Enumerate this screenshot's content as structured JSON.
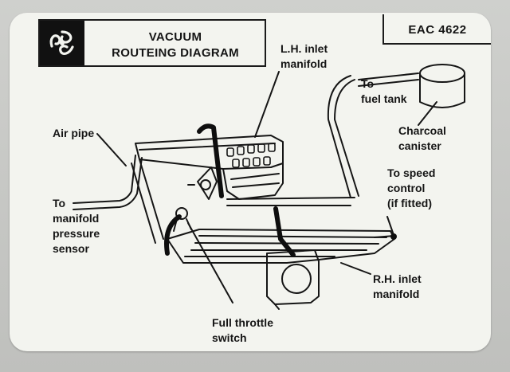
{
  "header": {
    "title_line1": "VACUUM",
    "title_line2": "ROUTEING DIAGRAM",
    "code": "EAC 4622"
  },
  "labels": {
    "lh_inlet_manifold": [
      "L.H. inlet",
      "manifold"
    ],
    "air_pipe": "Air pipe",
    "to_fuel_tank": [
      "To",
      "fuel tank"
    ],
    "charcoal_canister": [
      "Charcoal",
      "canister"
    ],
    "to_speed_control": [
      "To  speed",
      "control",
      "(if fitted)"
    ],
    "to_manifold_pressure_sensor": [
      "To",
      "manifold",
      "pressure",
      "sensor"
    ],
    "rh_inlet_manifold": [
      "R.H. inlet",
      "manifold"
    ],
    "full_throttle_switch": [
      "Full throttle",
      "switch"
    ]
  },
  "colors": {
    "card": "#f3f4ef",
    "ink": "#151515",
    "background": "#c8c9c6"
  },
  "icons": {
    "logo": "leyland-swirl-logo"
  }
}
